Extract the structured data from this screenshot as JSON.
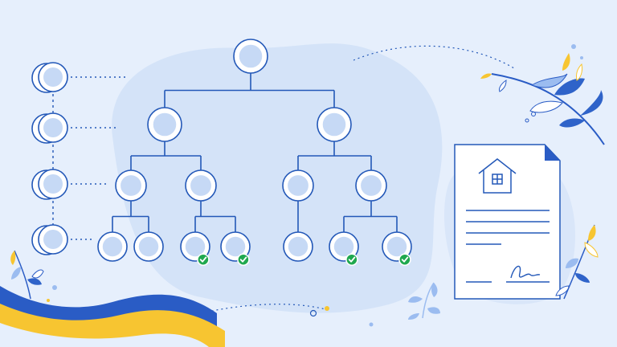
{
  "colors": {
    "background": "#e6effc",
    "blob": "#d4e3f8",
    "line": "#2358b8",
    "node_fill": "#ffffff",
    "node_inner": "#c6d9f5",
    "check": "#1fa84f",
    "flag_blue": "#2a5cc5",
    "flag_yellow": "#f7c531",
    "leaf_blue": "#2f63c9",
    "leaf_light": "#9bbcf0"
  },
  "icons": {
    "document": "document-icon",
    "house": "house-icon",
    "signature": "signature-icon",
    "check": "check-icon",
    "branch": "leaf-branch-icon",
    "flag": "ukraine-flag-wave"
  },
  "tree": {
    "root": "root",
    "levels": [
      [
        "root"
      ],
      [
        "l1-left",
        "l1-right"
      ],
      [
        "l2-a",
        "l2-b",
        "l2-c",
        "l2-d"
      ],
      [
        "l3-a",
        "l3-b",
        "l3-c",
        "l3-d",
        "l3-e",
        "l3-f",
        "l3-g"
      ]
    ],
    "children": {
      "root": [
        "l1-left",
        "l1-right"
      ],
      "l1-left": [
        "l2-a",
        "l2-b"
      ],
      "l1-right": [
        "l2-c",
        "l2-d"
      ],
      "l2-a": [
        "l3-a",
        "l3-b"
      ],
      "l2-b": [
        "l3-c",
        "l3-d"
      ],
      "l2-c": [
        "l3-e"
      ],
      "l2-d": [
        "l3-f",
        "l3-g"
      ]
    },
    "checked": [
      "l3-c",
      "l3-d",
      "l3-f",
      "l3-g"
    ]
  },
  "side_legend": {
    "levels": 4,
    "stack_depth": 2
  },
  "document": {
    "text_lines": 4,
    "has_signature": true
  }
}
